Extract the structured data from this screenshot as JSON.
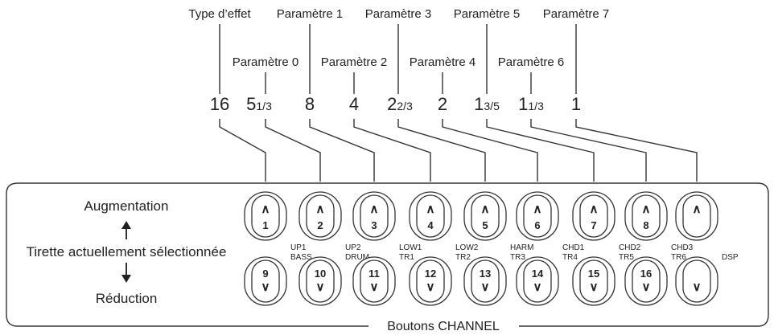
{
  "params": {
    "type": "Type d’effet",
    "p0": "Paramètre 0",
    "p1": "Paramètre 1",
    "p2": "Paramètre 2",
    "p3": "Paramètre 3",
    "p4": "Paramètre 4",
    "p5": "Paramètre 5",
    "p6": "Paramètre 6",
    "p7": "Paramètre 7"
  },
  "footages": {
    "f16": "16",
    "f5_main": "5",
    "f5_frac": "1/3",
    "f8": "8",
    "f4": "4",
    "f2b_main": "2",
    "f2b_frac": "2/3",
    "f2": "2",
    "f1b_main": "1",
    "f1b_frac": "3/5",
    "f1c_main": "1",
    "f1c_frac": "1/3",
    "f1": "1"
  },
  "side": {
    "up": "Augmentation",
    "current": "Tirette actuellement sélectionnée",
    "down": "Réduction"
  },
  "buttons": {
    "up_arrow": "∧",
    "down_arrow": "∨",
    "top": [
      "1",
      "2",
      "3",
      "4",
      "5",
      "6",
      "7",
      "8"
    ],
    "bottom": [
      "9",
      "10",
      "11",
      "12",
      "13",
      "14",
      "15",
      "16"
    ],
    "labels": [
      {
        "a": "UP1",
        "b": "BASS"
      },
      {
        "a": "UP2",
        "b": "DRUM"
      },
      {
        "a": "LOW1",
        "b": "TR1"
      },
      {
        "a": "LOW2",
        "b": "TR2"
      },
      {
        "a": "HARM",
        "b": "TR3"
      },
      {
        "a": "CHD1",
        "b": "TR4"
      },
      {
        "a": "CHD2",
        "b": "TR5"
      },
      {
        "a": "CHD3",
        "b": "TR6"
      }
    ],
    "dsp": "DSP"
  },
  "caption": "Boutons CHANNEL"
}
